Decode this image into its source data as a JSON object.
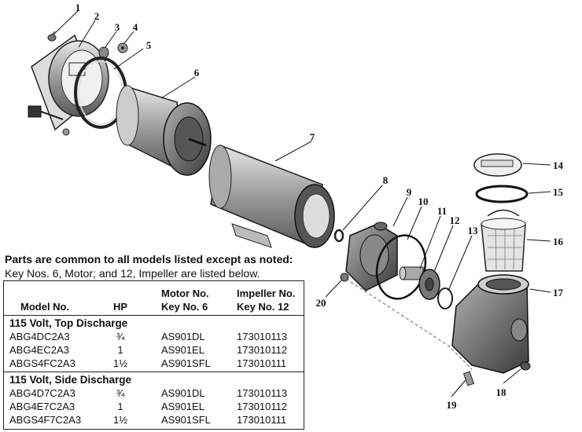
{
  "diagram": {
    "callouts": [
      {
        "number": "1"
      },
      {
        "number": "2"
      },
      {
        "number": "3"
      },
      {
        "number": "4"
      },
      {
        "number": "5"
      },
      {
        "number": "6"
      },
      {
        "number": "7"
      },
      {
        "number": "8"
      },
      {
        "number": "9"
      },
      {
        "number": "10"
      },
      {
        "number": "11"
      },
      {
        "number": "12"
      },
      {
        "number": "13"
      },
      {
        "number": "14"
      },
      {
        "number": "15"
      },
      {
        "number": "16"
      },
      {
        "number": "17"
      },
      {
        "number": "18"
      },
      {
        "number": "19"
      },
      {
        "number": "20"
      }
    ]
  },
  "note": {
    "line1": "Parts are common to all models listed except as noted:",
    "line2": "Key Nos. 6, Motor;  and 12, Impeller are listed below."
  },
  "table": {
    "headers": {
      "model": "Model No.",
      "hp": "HP",
      "motor_top": "Motor No.",
      "motor_bottom": "Key No. 6",
      "impeller_top": "Impeller No.",
      "impeller_bottom": "Key No. 12"
    },
    "sections": [
      {
        "title": "115 Volt, Top Discharge",
        "rows": [
          {
            "model": "ABG4DC2A3",
            "hp": "¾",
            "motor": "AS901DL",
            "impeller": "173010113"
          },
          {
            "model": "ABG4EC2A3",
            "hp": "1",
            "motor": "AS901EL",
            "impeller": "173010112"
          },
          {
            "model": "ABGS4FC2A3",
            "hp": "1½",
            "motor": "AS901SFL",
            "impeller": "173010111"
          }
        ]
      },
      {
        "title": "115 Volt, Side Discharge",
        "rows": [
          {
            "model": "ABG4D7C2A3",
            "hp": "¾",
            "motor": "AS901DL",
            "impeller": "173010113"
          },
          {
            "model": "ABG4E7C2A3",
            "hp": "1",
            "motor": "AS901EL",
            "impeller": "173010112"
          },
          {
            "model": "ABGS4F7C2A3",
            "hp": "1½",
            "motor": "AS901SFL",
            "impeller": "173010111"
          }
        ]
      }
    ]
  }
}
